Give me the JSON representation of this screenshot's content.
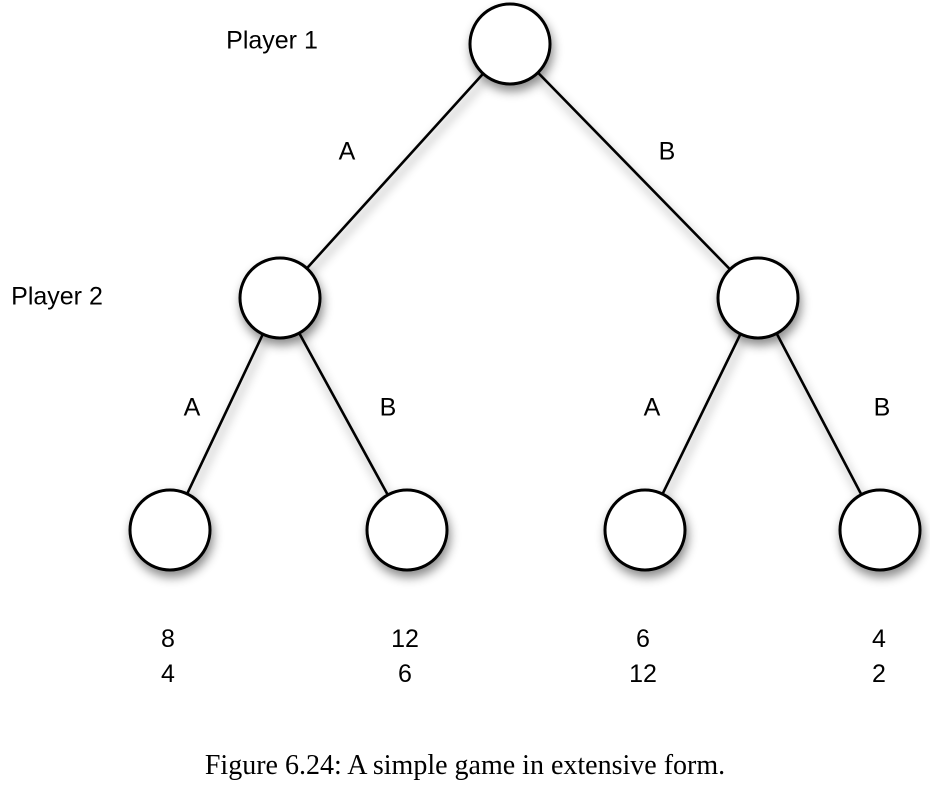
{
  "player_labels": {
    "player1": "Player 1",
    "player2": "Player 2"
  },
  "edges": {
    "root_left": "A",
    "root_right": "B",
    "left_node_left": "A",
    "left_node_right": "B",
    "right_node_left": "A",
    "right_node_right": "B"
  },
  "payoffs": [
    {
      "p1": "8",
      "p2": "4"
    },
    {
      "p1": "12",
      "p2": "6"
    },
    {
      "p1": "6",
      "p2": "12"
    },
    {
      "p1": "4",
      "p2": "2"
    }
  ],
  "caption": "Figure 6.24: A simple game in extensive form.",
  "diagram": {
    "type": "game-tree",
    "stroke_color": "#000000",
    "node_fill": "#ffffff",
    "levels": [
      {
        "player": "Player 1",
        "nodes": 1
      },
      {
        "player": "Player 2",
        "nodes": 2
      },
      {
        "player": "terminal",
        "nodes": 4
      }
    ]
  }
}
